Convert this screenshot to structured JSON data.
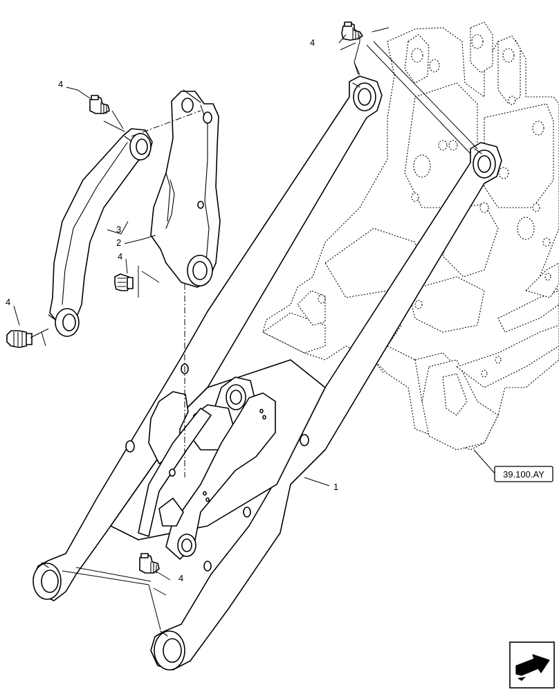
{
  "callouts": {
    "arm": "1",
    "link": "2",
    "rod": "3",
    "grease_fitting": "4"
  },
  "reference": {
    "label": "39.100.AY"
  },
  "icons": {
    "nav": "next-page-arrow-icon"
  }
}
